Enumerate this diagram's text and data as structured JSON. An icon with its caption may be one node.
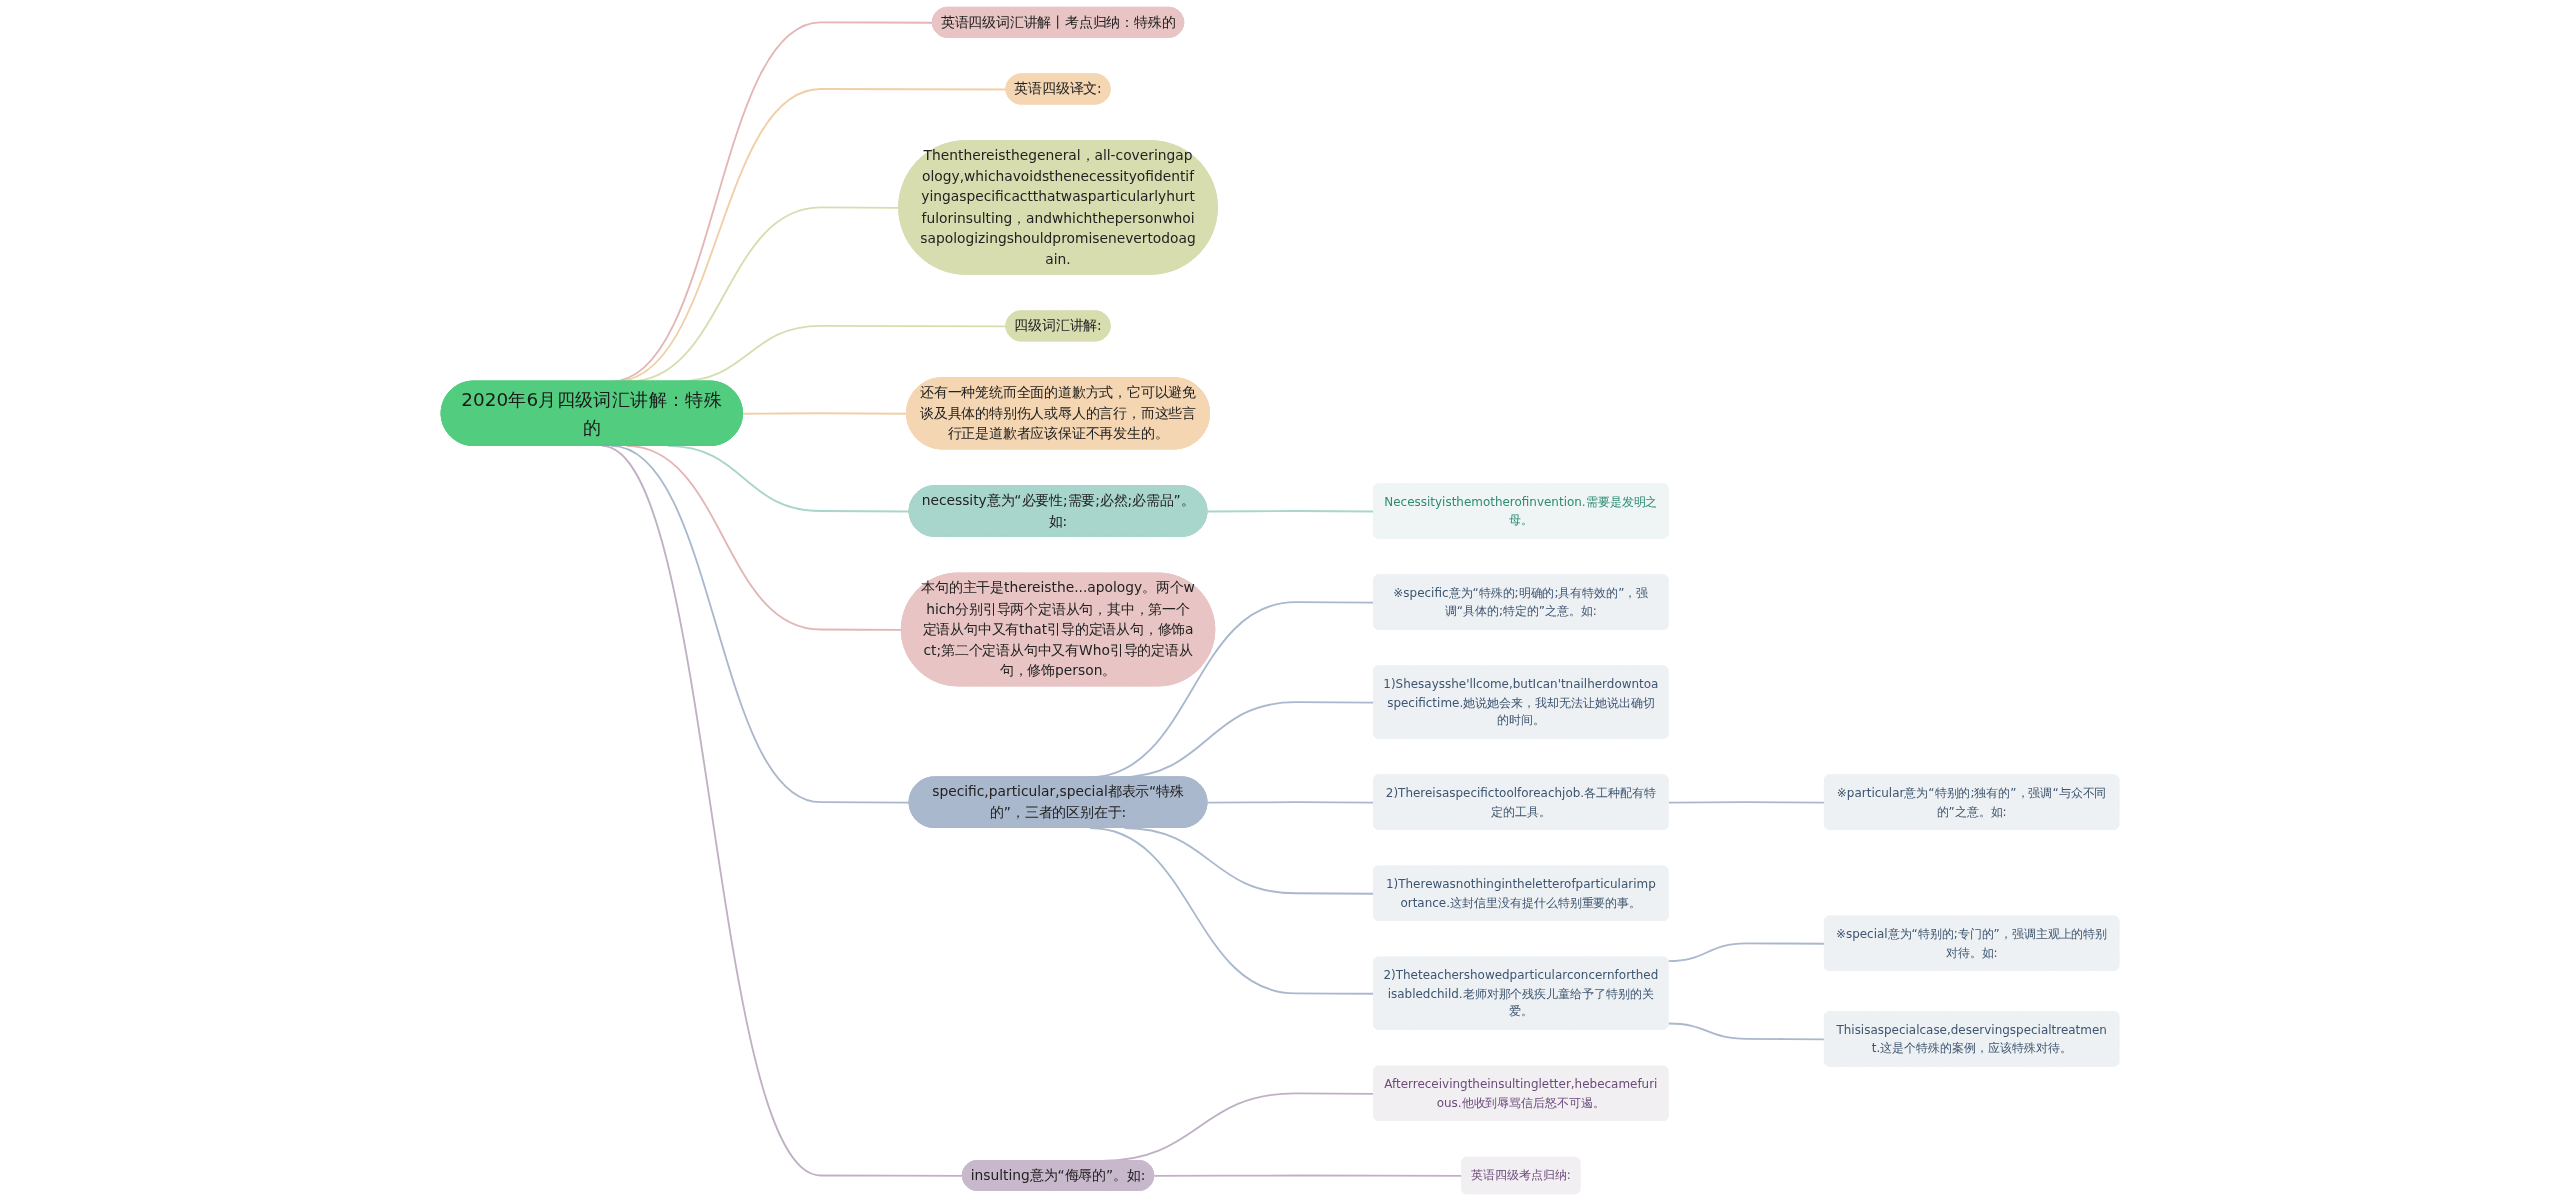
{
  "diagram": {
    "nodes": [
      {
        "text": [
          "2020年6月四级词汇讲解：特殊的"
        ]
      },
      {
        "text": [
          "英语四级词汇讲解丨考点归纳：特殊的"
        ]
      },
      {
        "text": [
          "英语四级译文:"
        ]
      },
      {
        "text": [
          "Thenthereisthegeneral，all-coveringapology,whichavoidsthenecessityofidentifyingaspecificactthatwasparticularlyhurtfulorinsulting，andwhichthepersonwhoisapologizingshouldpromisenevertodoagain."
        ]
      },
      {
        "text": [
          "四级词汇讲解:"
        ]
      },
      {
        "text": [
          "还有一种笼统而全面的道歉方式，它可以避免谈及具体的特别伤人或辱人的言行，而这些言行正是道歉者应该保证不再发生的。"
        ]
      },
      {
        "text": [
          "necessity意为“必要性;需要;必然;必需品”。如:"
        ]
      },
      {
        "text": [
          "Necessityisthemotherofinvention.需要是发明之母。"
        ]
      },
      {
        "text": [
          "本句的主干是thereisthe...apology。两个which分别引导两个定语从句，其中，第一个定语从句中又有that引导的定语从句，修饰act;第二个定语从句中又有Who引导的定语从句，修饰person。"
        ]
      },
      {
        "text": [
          "specific,particular,special都表示“特殊的”，三者的区别在于:"
        ]
      },
      {
        "text": [
          "※specific意为“特殊的;明确的;具有特效的”，强调“具体的;特定的”之意。如:"
        ]
      },
      {
        "text": [
          "1)Shesaysshe'llcome,butIcan'tnailherdowntoaspecifictime.她说她会来，我却无法让她说出确切的时间。"
        ]
      },
      {
        "text": [
          "2)Thereisaspecifictoolforeachjob.各工种配有特定的工具。"
        ]
      },
      {
        "text": [
          "※particular意为“特别的;独有的”，强调“与众不同的”之意。如:"
        ]
      },
      {
        "text": [
          "1)Therewasnothingintheletterofparticularimportance.这封信里没有提什么特别重要的事。"
        ]
      },
      {
        "text": [
          "2)Theteachershowedparticularconcernforthedisabledchild.老师对那个残疾儿童给予了特别的关爱。"
        ]
      },
      {
        "text": [
          "※special意为“特别的;专门的”，强调主观上的特别对待。如:"
        ]
      },
      {
        "text": [
          "Thisisaspecialcase,deservingspecialtreatment.这是个特殊的案例，应该特殊对待。"
        ]
      },
      {
        "text": [
          "insulting意为“侮辱的”。如:"
        ]
      },
      {
        "text": [
          "Afterreceivingtheinsultingletter,hebecamefurious.他收到辱骂信后怒不可遏。"
        ]
      },
      {
        "text": [
          "英语四级考点归纳:"
        ]
      }
    ],
    "edges": [
      {
        "from": 0,
        "to": 1,
        "arrow": "none",
        "color": "#e4b5b5"
      },
      {
        "from": 0,
        "to": 2,
        "arrow": "none",
        "color": "#f0cfa5"
      },
      {
        "from": 0,
        "to": 3,
        "arrow": "none",
        "color": "#d8ddb0"
      },
      {
        "from": 0,
        "to": 4,
        "arrow": "none",
        "color": "#d8ddb0"
      },
      {
        "from": 0,
        "to": 5,
        "arrow": "none",
        "color": "#f0cfa5"
      },
      {
        "from": 0,
        "to": 6,
        "arrow": "none",
        "color": "#a8d5cc"
      },
      {
        "from": 6,
        "to": 7,
        "arrow": "none",
        "color": "#a8d5cc"
      },
      {
        "from": 0,
        "to": 8,
        "arrow": "none",
        "color": "#e4b5b5"
      },
      {
        "from": 0,
        "to": 9,
        "arrow": "none"
      },
      {
        "from": 9,
        "to": 10,
        "arrow": "none"
      },
      {
        "from": 9,
        "to": 11,
        "arrow": "none"
      },
      {
        "from": 9,
        "to": 12,
        "arrow": "none"
      },
      {
        "from": 12,
        "to": 13,
        "arrow": "none"
      },
      {
        "from": 9,
        "to": 14,
        "arrow": "none"
      },
      {
        "from": 9,
        "to": 15,
        "arrow": "none"
      },
      {
        "from": 15,
        "to": 16,
        "arrow": "none"
      },
      {
        "from": 15,
        "to": 17,
        "arrow": "none"
      },
      {
        "from": 0,
        "to": 18,
        "arrow": "none",
        "color": "#c0b0c4"
      },
      {
        "from": 18,
        "to": 19,
        "arrow": "none",
        "color": "#c0b0c4"
      },
      {
        "from": 18,
        "to": 20,
        "arrow": "none",
        "color": "#c0b0c4"
      }
    ]
  }
}
